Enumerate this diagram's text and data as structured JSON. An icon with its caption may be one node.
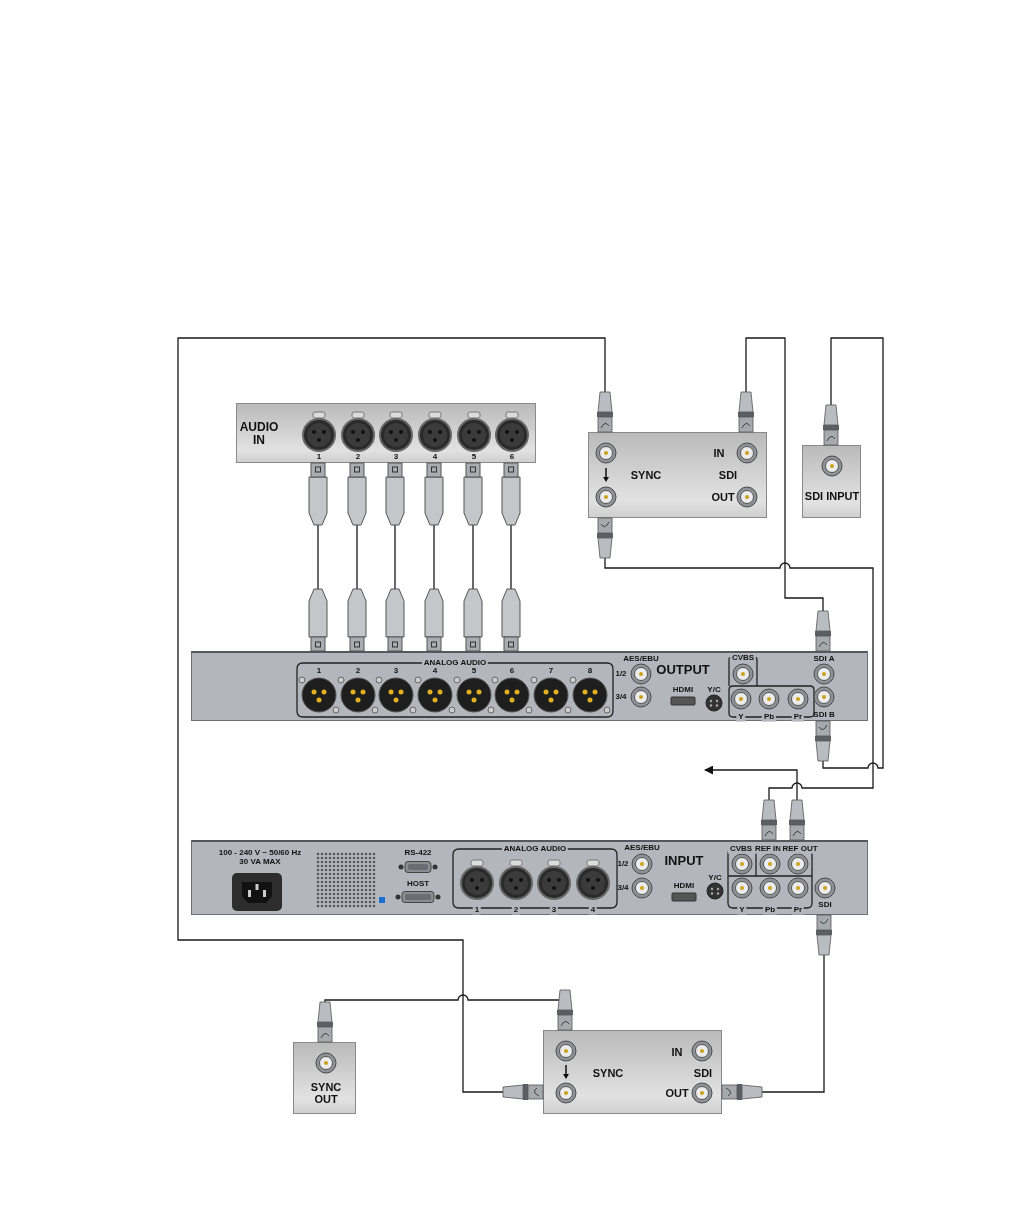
{
  "diagram": {
    "nodes": [
      {
        "text": [
          "AUDIO IN",
          "1",
          "2",
          "3",
          "4",
          "5",
          "6"
        ]
      },
      {
        "text": [
          "IN",
          "SYNC",
          "SDI",
          "OUT"
        ]
      },
      {
        "text": [
          "SDI INPUT"
        ]
      },
      {
        "text": [
          "ANALOG AUDIO",
          "1",
          "2",
          "3",
          "4",
          "5",
          "6",
          "7",
          "8",
          "AES/EBU",
          "1/2",
          "3/4",
          "OUTPUT",
          "HDMI",
          "Y/C",
          "CVBS",
          "Y",
          "Pb",
          "Pr",
          "SDI A",
          "SDI B"
        ]
      },
      {
        "text": [
          "100 - 240 V ~ 50/60 Hz 30 VA MAX",
          "RS-422",
          "HOST",
          "ANALOG AUDIO",
          "1",
          "2",
          "3",
          "4",
          "AES/EBU",
          "1/2",
          "3/4",
          "INPUT",
          "HDMI",
          "Y/C",
          "CVBS",
          "REF IN",
          "REF OUT",
          "Y",
          "Pb",
          "Pr",
          "SDI"
        ]
      },
      {
        "text": [
          "SYNC OUT"
        ]
      },
      {
        "text": [
          "IN",
          "SYNC",
          "SDI",
          "OUT"
        ]
      }
    ],
    "edges": [
      {
        "from": 0,
        "to": 3,
        "arrow": "none"
      },
      {
        "from": 0,
        "to": 3,
        "arrow": "none"
      },
      {
        "from": 0,
        "to": 3,
        "arrow": "none"
      },
      {
        "from": 0,
        "to": 3,
        "arrow": "none"
      },
      {
        "from": 0,
        "to": 3,
        "arrow": "none"
      },
      {
        "from": 0,
        "to": 3,
        "arrow": "none"
      },
      {
        "from": 6,
        "to": 1,
        "arrow": "none"
      },
      {
        "from": 3,
        "to": 1,
        "arrow": "none"
      },
      {
        "from": 1,
        "to": 4,
        "arrow": "none"
      },
      {
        "from": 3,
        "to": 2,
        "arrow": "none"
      },
      {
        "from": 4,
        "to": null,
        "arrow": "to"
      },
      {
        "from": 4,
        "to": 6,
        "arrow": "none"
      },
      {
        "from": 5,
        "to": 6,
        "arrow": "none"
      }
    ]
  }
}
